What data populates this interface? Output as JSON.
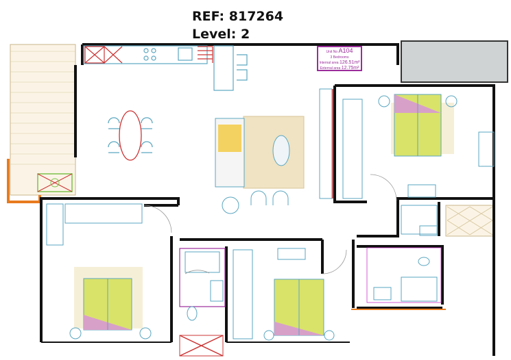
{
  "header": {
    "ref": "REF: 817264",
    "level": "Level: 2"
  },
  "unit_label": {
    "unit_prefix": "Unit No",
    "unit_no": "A104",
    "bedrooms": "3 Bedrooms",
    "internal_label": "Internal area",
    "internal_area": "126.51m²",
    "external_label": "External area",
    "external_area": "12.75m²"
  },
  "colors": {
    "wall": "#111111",
    "fixture": "#5aa6c0",
    "bed": "#d9e36a",
    "accent": "#9b2c9b",
    "balcony": "#e87b1e"
  }
}
